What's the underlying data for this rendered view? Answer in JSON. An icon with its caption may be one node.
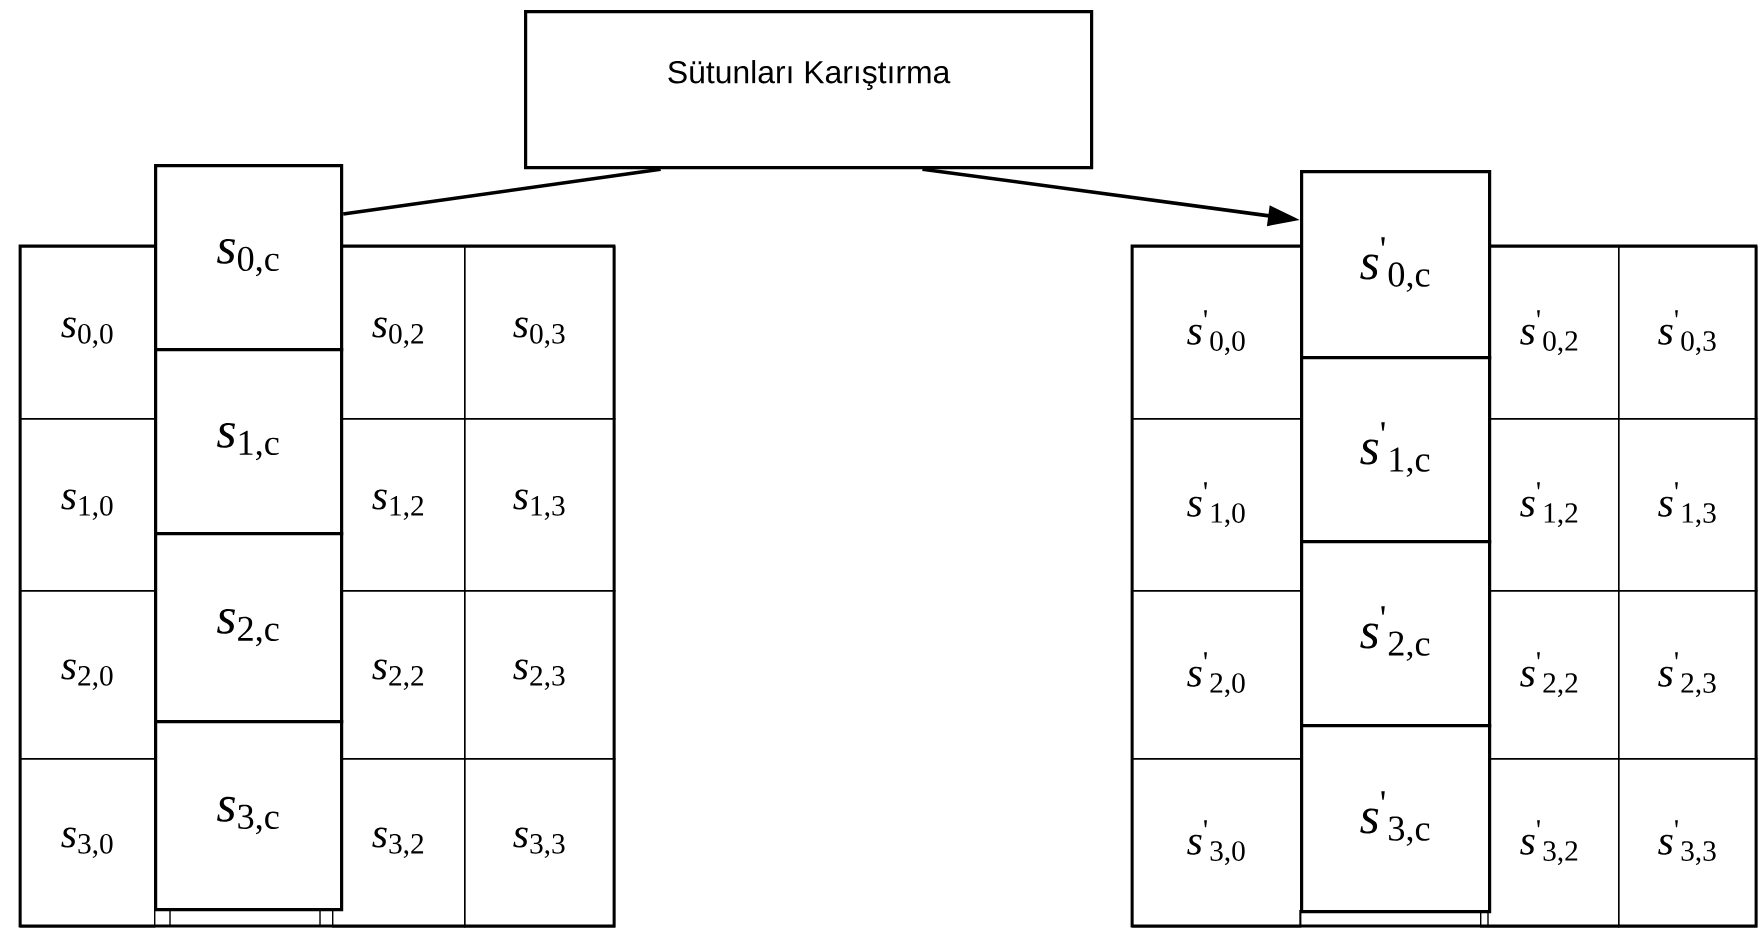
{
  "diagram": {
    "nodes": [
      {
        "text": [
          "Sütunları Karıştırma"
        ]
      },
      {
        "text": [
          "*s*$_{0,0}$"
        ]
      },
      {
        "text": [
          "*s*$_{0,c}$"
        ]
      },
      {
        "text": [
          "*s*$_{0,2}$"
        ]
      },
      {
        "text": [
          "*s*$_{0,3}$"
        ]
      },
      {
        "text": [
          "*s*$_{1,0}$"
        ]
      },
      {
        "text": [
          "*s*$_{1,c}$"
        ]
      },
      {
        "text": [
          "*s*$_{1,2}$"
        ]
      },
      {
        "text": [
          "*s*$_{1,3}$"
        ]
      },
      {
        "text": [
          "*s*$_{2,0}$"
        ]
      },
      {
        "text": [
          "*s*$_{2,c}$"
        ]
      },
      {
        "text": [
          "*s*$_{2,2}$"
        ]
      },
      {
        "text": [
          "*s*$_{2,3}$"
        ]
      },
      {
        "text": [
          "*s*$_{3,0}$"
        ]
      },
      {
        "text": [
          "*s*$_{3,c}$"
        ]
      },
      {
        "text": [
          "*s*$_{3,2}$"
        ]
      },
      {
        "text": [
          "*s*$_{3,3}$"
        ]
      },
      {
        "text": [
          "*s*$^{'}$$_{0,0}$"
        ]
      },
      {
        "text": [
          "*s*$^{'}$$_{0,c}$"
        ]
      },
      {
        "text": [
          "*s*$^{'}$$_{0,2}$"
        ]
      },
      {
        "text": [
          "*s*$^{'}$$_{0,3}$"
        ]
      },
      {
        "text": [
          "*s*$^{'}$$_{1,0}$"
        ]
      },
      {
        "text": [
          "*s*$^{'}$$_{1,c}$"
        ]
      },
      {
        "text": [
          "*s*$^{'}$$_{1,2}$"
        ]
      },
      {
        "text": [
          "*s*$^{'}$$_{1,3}$"
        ]
      },
      {
        "text": [
          "*s*$^{'}$$_{2,0}$"
        ]
      },
      {
        "text": [
          "*s*$^{'}$$_{2,c}$"
        ]
      },
      {
        "text": [
          "*s*$^{'}$$_{2,2}$"
        ]
      },
      {
        "text": [
          "*s*$^{'}$$_{2,3}$"
        ]
      },
      {
        "text": [
          "*s*$^{'}$$_{3,0}$"
        ]
      },
      {
        "text": [
          "*s*$^{'}$$_{3,c}$"
        ]
      },
      {
        "text": [
          "*s*$^{'}$$_{3,2}$"
        ]
      },
      {
        "text": [
          "*s*$^{'}$$_{3,3}$"
        ]
      }
    ],
    "edges": [
      {
        "from": 2,
        "to": 0,
        "arrow": "none"
      },
      {
        "from": 0,
        "to": 18,
        "arrow": "to"
      }
    ]
  }
}
